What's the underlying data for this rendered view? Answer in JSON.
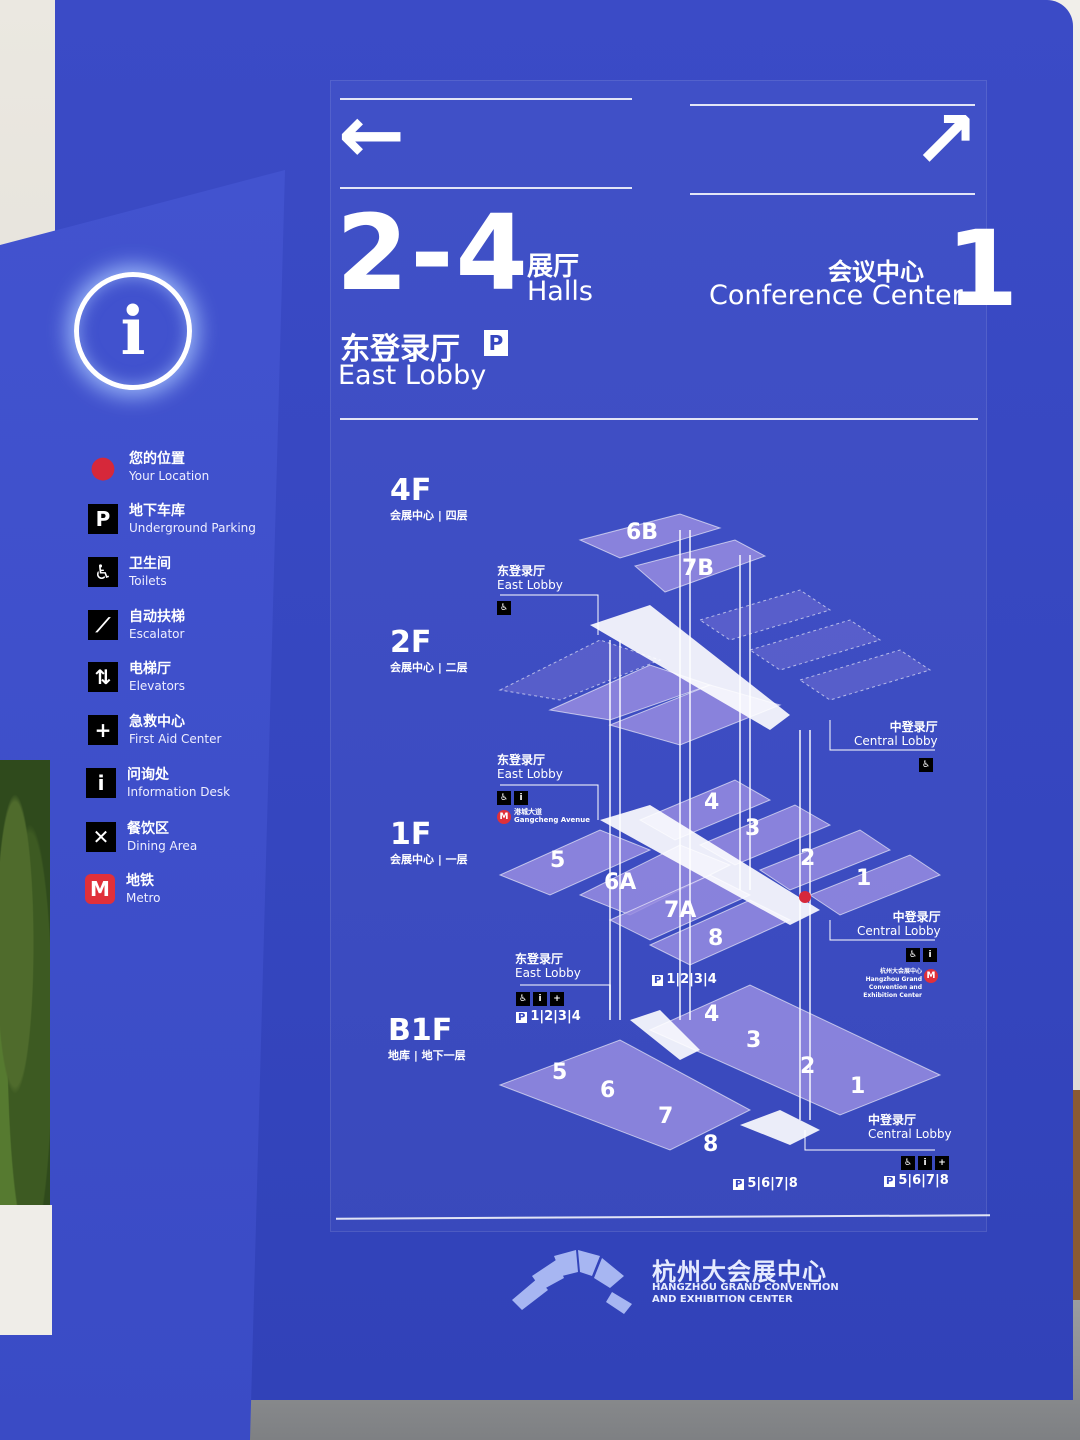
{
  "direction_left": {
    "halls_number": "2-4",
    "halls_zh": "展厅",
    "halls_en": "Halls",
    "lobby_zh": "东登录厅",
    "lobby_parking": "P",
    "lobby_en": "East Lobby"
  },
  "direction_right": {
    "zh": "会议中心",
    "en": "Conference Center",
    "number": "1"
  },
  "arrows": {
    "left": "←",
    "right": "↗"
  },
  "info_icon": "i",
  "legend": [
    {
      "icon": "location-pin-icon",
      "glyph": "●",
      "zh": "您的位置",
      "en": "Your Location"
    },
    {
      "icon": "parking-icon",
      "glyph": "P",
      "zh": "地下车库",
      "en": "Underground Parking"
    },
    {
      "icon": "toilet-icon",
      "glyph": "♿",
      "zh": "卫生间",
      "en": "Toilets"
    },
    {
      "icon": "escalator-icon",
      "glyph": "⟋",
      "zh": "自动扶梯",
      "en": "Escalator"
    },
    {
      "icon": "elevator-icon",
      "glyph": "⇅",
      "zh": "电梯厅",
      "en": "Elevators"
    },
    {
      "icon": "first-aid-icon",
      "glyph": "+",
      "zh": "急救中心",
      "en": "First Aid Center"
    },
    {
      "icon": "info-desk-icon",
      "glyph": "i",
      "zh": "问询处",
      "en": "Information Desk"
    },
    {
      "icon": "dining-icon",
      "glyph": "✕",
      "zh": "餐饮区",
      "en": "Dining Area"
    },
    {
      "icon": "metro-icon",
      "glyph": "M",
      "zh": "地铁",
      "en": "Metro"
    }
  ],
  "floors": [
    {
      "big": "4F",
      "small": "会展中心 | 四层"
    },
    {
      "big": "2F",
      "small": "会展中心 | 二层"
    },
    {
      "big": "1F",
      "small": "会展中心 | 一层"
    },
    {
      "big": "B1F",
      "small": "地库 | 地下一层"
    }
  ],
  "lobby_tags": {
    "east_zh": "东登录厅",
    "east_en": "East Lobby",
    "central_zh": "中登录厅",
    "central_en": "Central Lobby",
    "gangcheng_zh": "港城大道",
    "gangcheng_en": "Gangcheng Avenue",
    "center_zh": "杭州大会展中心",
    "center_en": "Hangzhou Grand Convention and Exhibition Center"
  },
  "halls": {
    "4F": [
      "6B",
      "7B"
    ],
    "1F": [
      "4",
      "3",
      "5",
      "6A",
      "2",
      "1",
      "7A",
      "8"
    ],
    "B1F": [
      "4",
      "3",
      "5",
      "6",
      "2",
      "1",
      "7",
      "8"
    ]
  },
  "parking_rows": {
    "east_1f": "1|2|3|4",
    "east_b1": "1|2|3|4",
    "south_b1": "5|6|7|8",
    "central_b1": "5|6|7|8"
  },
  "logo": {
    "zh": "杭州大会展中心",
    "en_line1": "HANGZHOU GRAND CONVENTION",
    "en_line2": "AND EXHIBITION CENTER"
  }
}
